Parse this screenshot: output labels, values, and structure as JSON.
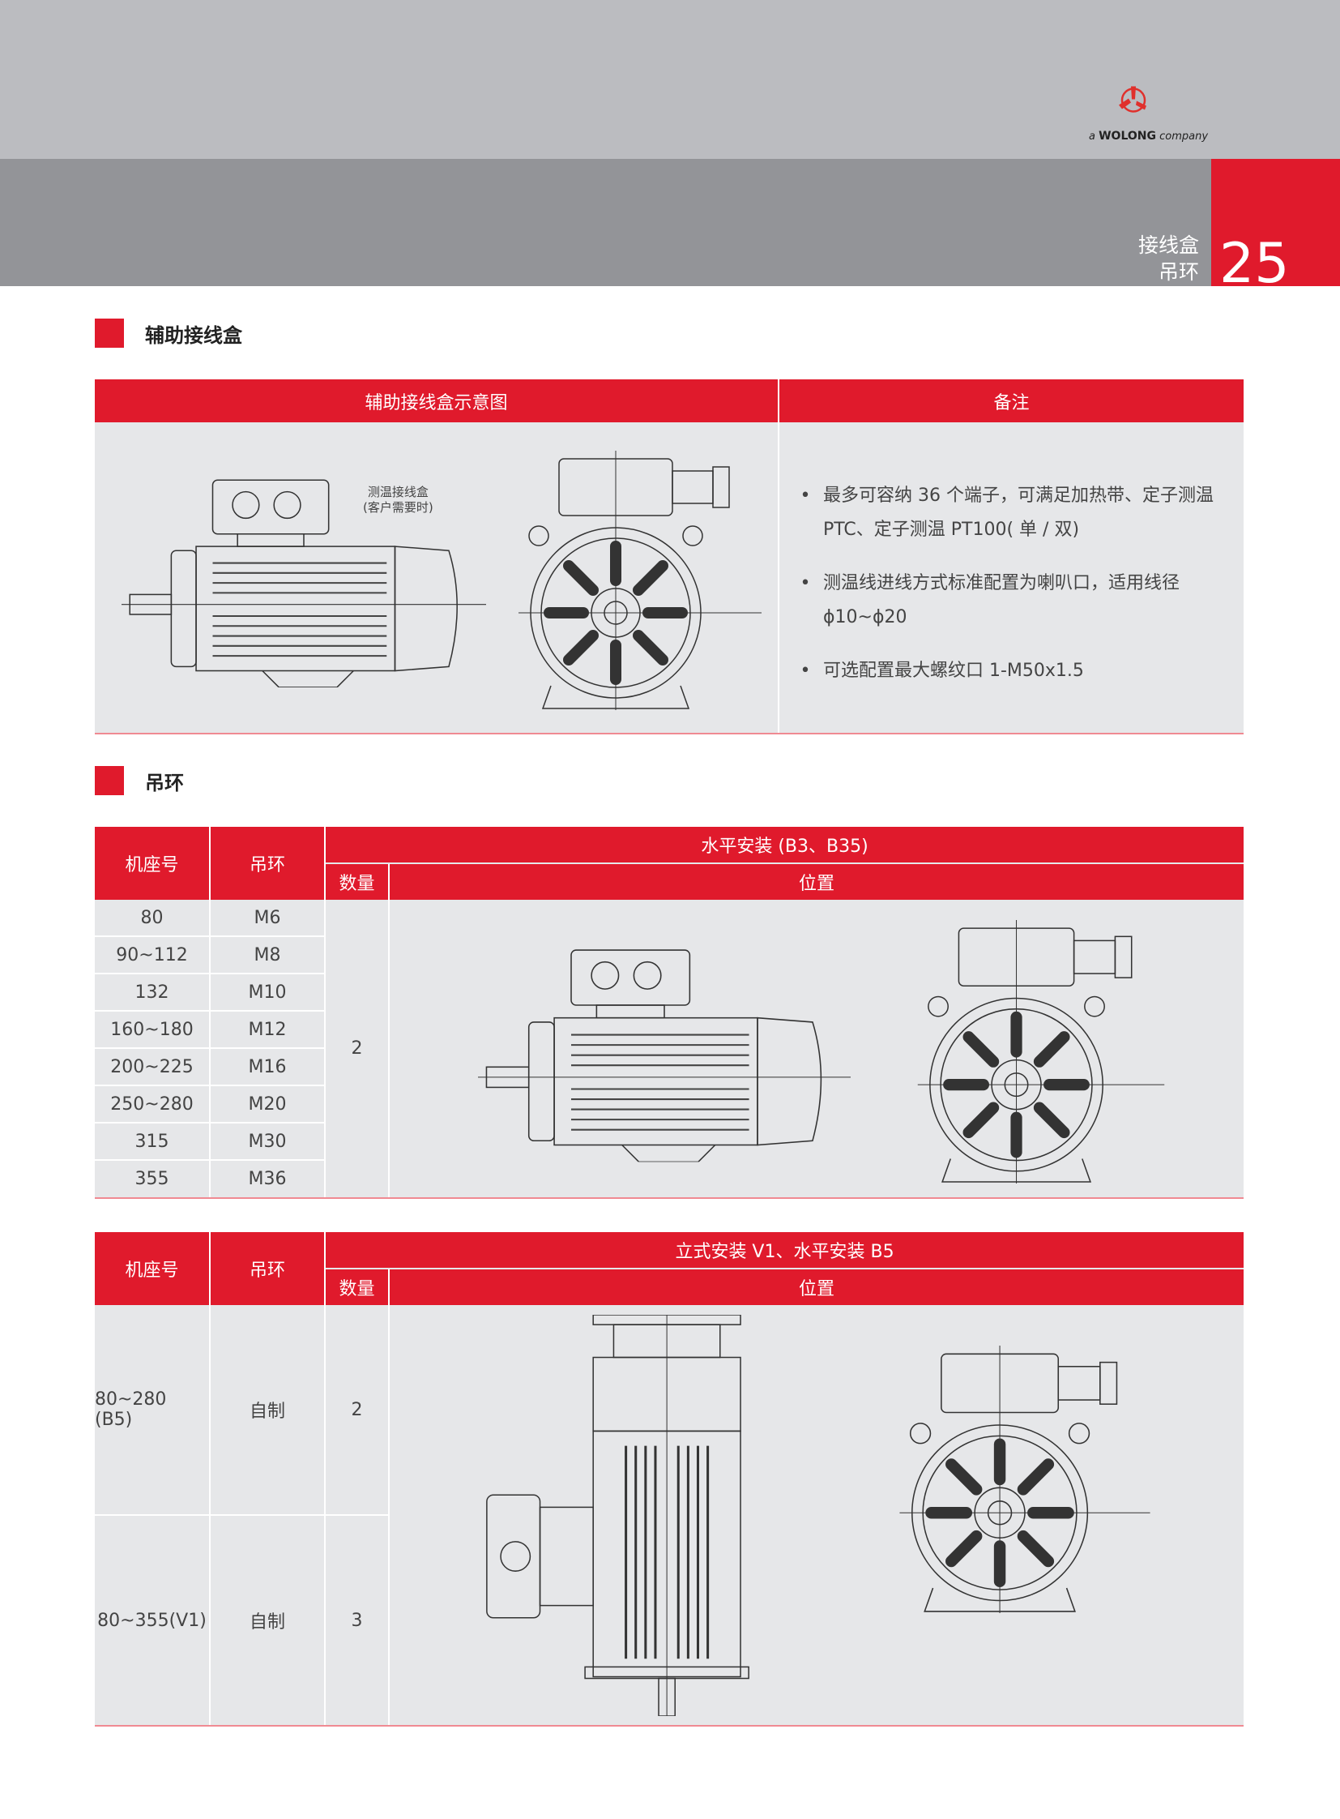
{
  "header": {
    "logo_text_prefix": "a",
    "logo_text_brand": "WOLONG",
    "logo_text_suffix": "company",
    "chapter_line1": "接线盒",
    "chapter_line2": "吊环",
    "page_number": "25"
  },
  "section1": {
    "title": "辅助接线盒",
    "table": {
      "col1_header": "辅助接线盒示意图",
      "col2_header": "备注",
      "callout_line1": "测温接线盒",
      "callout_line2": "(客户需要时)",
      "notes": [
        "最多可容纳 36 个端子，可满足加热带、定子测温 PTC、定子测温 PT100( 单 / 双)",
        "测温线进线方式标准配置为喇叭口，适用线径 ϕ10~ϕ20",
        "可选配置最大螺纹口 1-M50x1.5"
      ]
    }
  },
  "section2": {
    "title": "吊环",
    "table1": {
      "h_frame": "机座号",
      "h_ring": "吊环",
      "h_group": "水平安装 (B3、B35)",
      "h_qty": "数量",
      "h_pos": "位置",
      "qty": "2",
      "rows": [
        {
          "frame": "80",
          "ring": "M6"
        },
        {
          "frame": "90~112",
          "ring": "M8"
        },
        {
          "frame": "132",
          "ring": "M10"
        },
        {
          "frame": "160~180",
          "ring": "M12"
        },
        {
          "frame": "200~225",
          "ring": "M16"
        },
        {
          "frame": "250~280",
          "ring": "M20"
        },
        {
          "frame": "315",
          "ring": "M30"
        },
        {
          "frame": "355",
          "ring": "M36"
        }
      ]
    },
    "table2": {
      "h_frame": "机座号",
      "h_ring": "吊环",
      "h_group": "立式安装 V1、水平安装 B5",
      "h_qty": "数量",
      "h_pos": "位置",
      "rows": [
        {
          "frame": "80~280 (B5)",
          "ring": "自制",
          "qty": "2"
        },
        {
          "frame": "80~355(V1)",
          "ring": "自制",
          "qty": "3"
        }
      ]
    }
  },
  "colors": {
    "accent": "#e01a2c",
    "panel": "#e6e7e9"
  }
}
